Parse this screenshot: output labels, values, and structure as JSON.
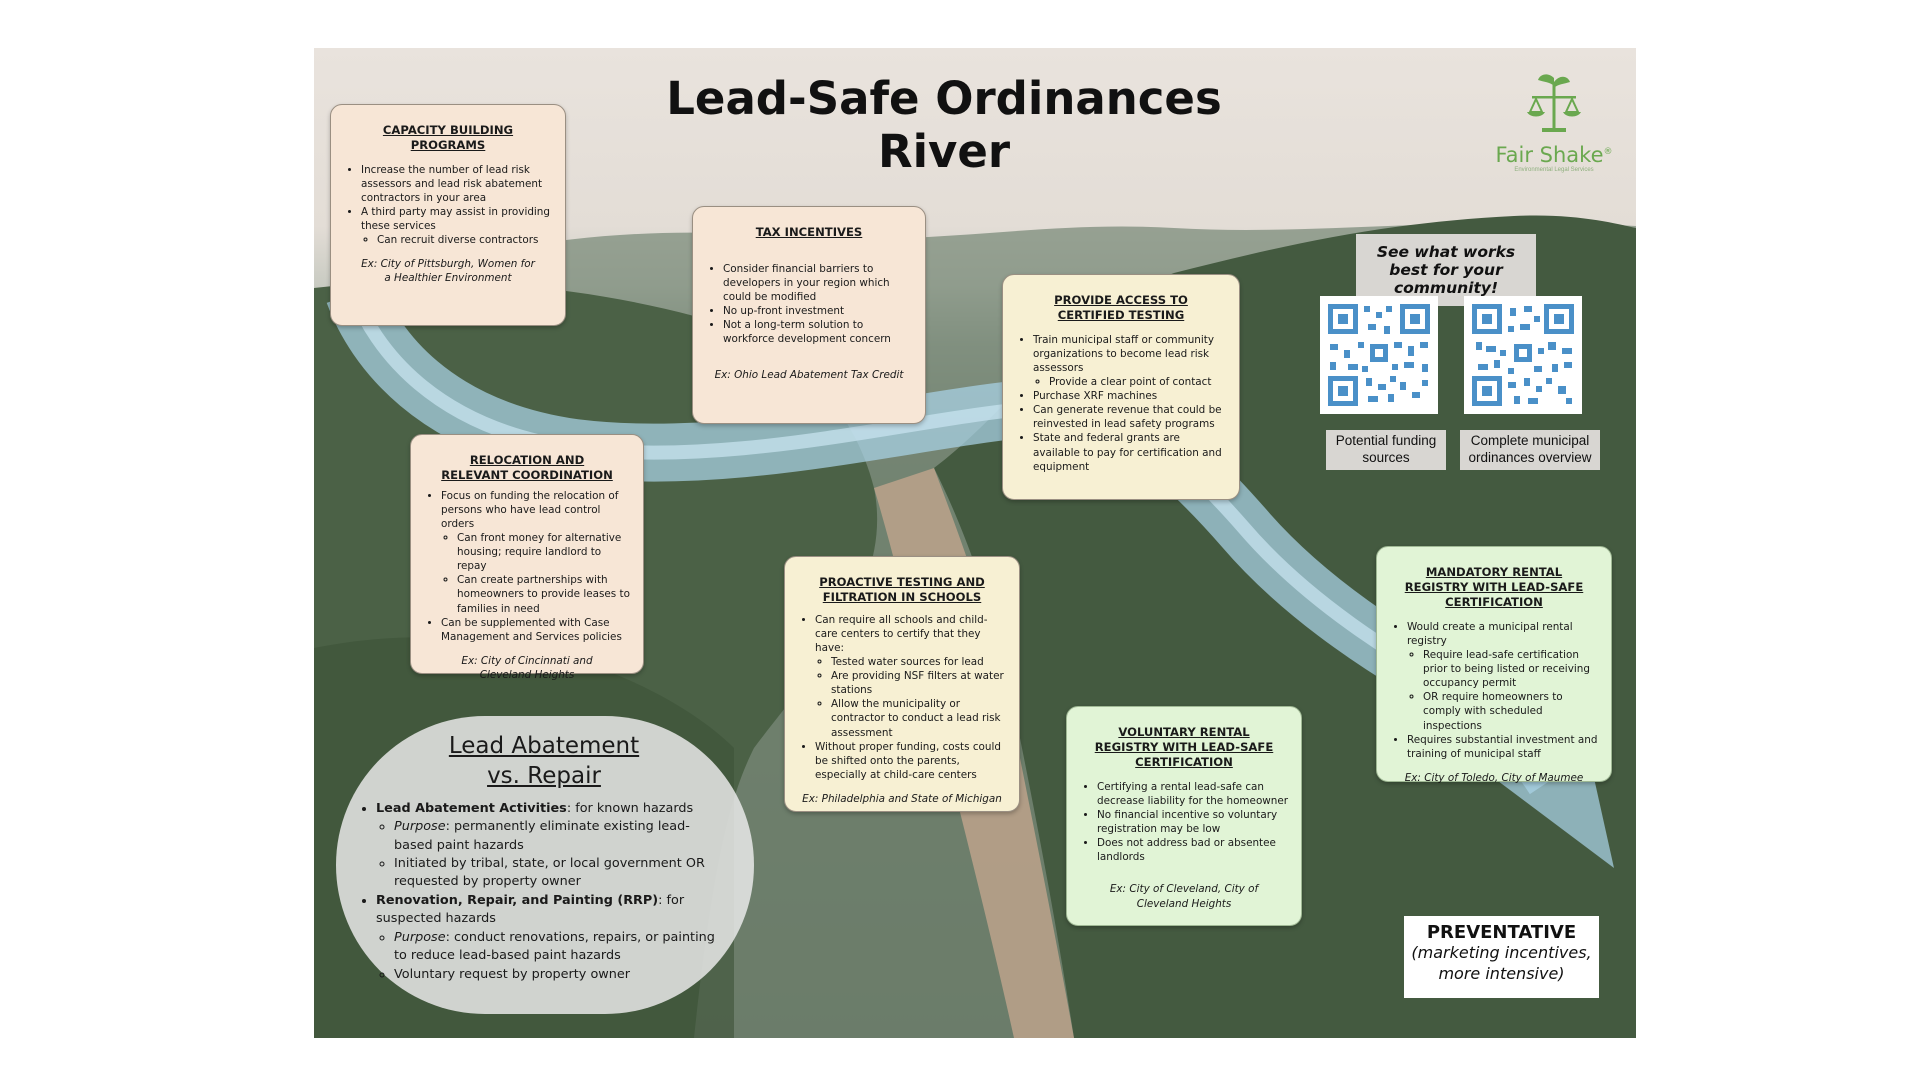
{
  "title": "Lead-Safe Ordinances River",
  "logo": {
    "name": "Fair Shake",
    "reg": "®",
    "tagline": "Environmental Legal Services"
  },
  "cards": {
    "capacity": {
      "heading": "CAPACITY BUILDING PROGRAMS",
      "bullets": [
        "Increase the number of lead risk assessors and lead risk abatement contractors in your area",
        "A third party may assist in providing these services"
      ],
      "sub": [
        "Can recruit diverse contractors"
      ],
      "example": "Ex: City of Pittsburgh, Women for a Healthier Environment"
    },
    "tax": {
      "heading": "TAX INCENTIVES",
      "bullets": [
        "Consider financial barriers to developers in your region which could be modified",
        "No up-front investment",
        "Not a long-term solution to workforce development concern"
      ],
      "example": "Ex: Ohio Lead Abatement Tax Credit"
    },
    "testing": {
      "heading": "PROVIDE ACCESS TO CERTIFIED TESTING",
      "b1": "Train municipal staff or community organizations to become lead risk assessors",
      "b1_sub": "Provide a clear point of contact",
      "b2": "Purchase XRF machines",
      "b3": "Can generate revenue that could be reinvested in lead safety programs",
      "b4": "State and federal grants are available to pay for certification and equipment"
    },
    "relocation": {
      "heading": "RELOCATION AND RELEVANT COORDINATION",
      "b1": "Focus on funding the relocation of persons who have lead control orders",
      "b1_sub": [
        "Can front money for alternative housing; require landlord to repay",
        "Can create partnerships with homeowners to provide leases to families in need"
      ],
      "b2": "Can be supplemented with Case Management and Services policies",
      "example": "Ex: City of Cincinnati and Cleveland Heights"
    },
    "schools": {
      "heading": "PROACTIVE TESTING AND FILTRATION IN SCHOOLS",
      "b1": "Can require all schools and child-care centers to certify that they have:",
      "b1_sub": [
        "Tested water sources for lead",
        "Are providing NSF filters at water stations",
        "Allow the municipality or contractor to conduct a lead risk assessment"
      ],
      "b2": "Without proper funding, costs could be shifted onto the parents, especially at child-care centers",
      "example": "Ex: Philadelphia and State of Michigan"
    },
    "voluntary": {
      "heading": "VOLUNTARY RENTAL REGISTRY WITH LEAD-SAFE CERTIFICATION",
      "bullets": [
        "Certifying a rental lead-safe can decrease liability for the homeowner",
        "No financial incentive so voluntary registration may be low",
        "Does not address bad or absentee landlords"
      ],
      "example": "Ex: City of Cleveland, City of Cleveland Heights"
    },
    "mandatory": {
      "heading": "MANDATORY RENTAL REGISTRY WITH LEAD-SAFE CERTIFICATION",
      "b1": "Would create a municipal rental registry",
      "b1_sub": [
        "Require lead-safe certification prior to being listed or receiving occupancy permit",
        "OR require homeowners to comply with scheduled inspections"
      ],
      "b2": "Requires substantial investment and training of municipal staff",
      "example": "Ex: City of Toledo, City of Maumee"
    }
  },
  "cta": "See what works best for your community!",
  "qr": {
    "left_label": "Potential funding sources",
    "right_label": "Complete municipal ordinances overview"
  },
  "abatement": {
    "heading_line1": "Lead Abatement",
    "heading_line2": "vs. Repair",
    "a_label": "Lead Abatement Activities",
    "a_text": ": for known hazards",
    "a_purpose_label": "Purpose",
    "a_purpose": ": permanently eliminate existing lead-based paint hazards",
    "a_initiated": "Initiated by tribal, state, or local government OR requested by property owner",
    "r_label": "Renovation, Repair, and Painting (RRP)",
    "r_text": ": for suspected hazards",
    "r_purpose_label": "Purpose",
    "r_purpose": ": conduct renovations, repairs, or painting to reduce lead-based paint hazards",
    "r_voluntary": "Voluntary request by property owner"
  },
  "preventative": {
    "title": "PREVENTATIVE",
    "subtitle": "(marketing incentives, more intensive)"
  },
  "colors": {
    "river": "#a9d3e6",
    "peach_card": "#f7e6d6",
    "cream_card": "#f7f0d3",
    "mint_card": "#e1f4d6",
    "logo_green": "#6aa84f",
    "qr_blue": "#4a90c8"
  }
}
